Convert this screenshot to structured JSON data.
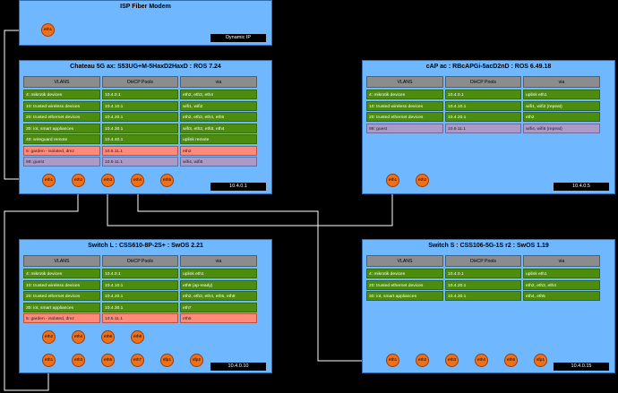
{
  "modem": {
    "title": "ISP Fiber Modem",
    "tag": "Dynamic IP",
    "port": "eth1"
  },
  "chateau": {
    "title": "Chateau 5G ax: S53UG+M-5HaxD2HaxD : ROS 7.24",
    "headers": [
      "VLANS",
      "DHCP Pools",
      "via"
    ],
    "rows": [
      [
        "4: mikrotik devices",
        "10.4.0.1",
        "eth2, eth3, eth4",
        "g"
      ],
      [
        "10: trusted wireless devices",
        "10.4.10.1",
        "wifi1, wifi2",
        "g"
      ],
      [
        "20: trusted ethernet devices",
        "10.4.20.1",
        "eth2, eth3, eth4, eth5",
        "g"
      ],
      [
        "30: iot, smart appliances",
        "10.4.30.1",
        "wifi3, eth2, eth3, eth4",
        "g"
      ],
      [
        "40: wireguard remote",
        "10.4.40.1",
        "uplink remote",
        "g"
      ],
      [
        "5: garden - isolated, dmz",
        "10.5.11.1",
        "eth2",
        "r"
      ],
      [
        "99: guest",
        "10.9.11.1",
        "wifi4, wifi5",
        "p"
      ]
    ],
    "ports": [
      "eth1",
      "eth2",
      "eth3",
      "eth4",
      "eth5"
    ],
    "tag": "10.4.0.1"
  },
  "cap": {
    "title": "cAP ac : RBcAPGi-5acD2nD : ROS 6.49.18",
    "headers": [
      "VLANS",
      "DHCP Pools",
      "via"
    ],
    "rows": [
      [
        "4: mikrotik devices",
        "10.4.0.1",
        "uplink eth1",
        "g"
      ],
      [
        "10: trusted wireless devices",
        "10.4.10.1",
        "wifi1, wifi2 (repeat)",
        "g"
      ],
      [
        "20: trusted ethernet devices",
        "10.4.20.1",
        "eth2",
        "g"
      ],
      [
        "99: guest",
        "10.9.11.1",
        "wifi4, wifi5 (repeat)",
        "p"
      ]
    ],
    "ports": [
      "eth1",
      "eth2"
    ],
    "tag": "10.4.0.5"
  },
  "switchL": {
    "title": "Switch L : CSS610-8P-2S+ : SwOS 2.21",
    "headers": [
      "VLANS",
      "DHCP Pools",
      "via"
    ],
    "rows": [
      [
        "4: mikrotik devices",
        "10.4.0.1",
        "uplink eth1",
        "g"
      ],
      [
        "10: trusted wireless devices",
        "10.4.10.1",
        "eth8 (ap-ready)",
        "g"
      ],
      [
        "20: trusted ethernet devices",
        "10.4.20.1",
        "eth2, eth3, eth4, eth5, eth8",
        "g"
      ],
      [
        "30: iot, smart appliances",
        "10.4.30.1",
        "eth7",
        "g"
      ],
      [
        "5: garden - isolated, dmz",
        "10.5.11.1",
        "eth6",
        "r"
      ]
    ],
    "ports_top": [
      "eth2",
      "eth4",
      "eth6",
      "eth8"
    ],
    "ports_bottom": [
      "eth1",
      "eth3",
      "eth5",
      "eth7",
      "sfp1",
      "sfp2"
    ],
    "tag": "10.4.0.10"
  },
  "switchS": {
    "title": "Switch S : CSS106-5G-1S r2 : SwOS 1.19",
    "headers": [
      "VLANS",
      "DHCP Pools",
      "via"
    ],
    "rows": [
      [
        "4: mikrotik devices",
        "10.4.0.1",
        "uplink eth1",
        "g"
      ],
      [
        "20: trusted ethernet devices",
        "10.4.20.1",
        "eth2, eth3, eth4",
        "g"
      ],
      [
        "30: iot, smart appliances",
        "10.4.30.1",
        "eth4, eth5",
        "g"
      ]
    ],
    "ports": [
      "eth1",
      "eth2",
      "eth3",
      "eth4",
      "eth5",
      "sfp1"
    ],
    "tag": "10.4.0.15"
  }
}
